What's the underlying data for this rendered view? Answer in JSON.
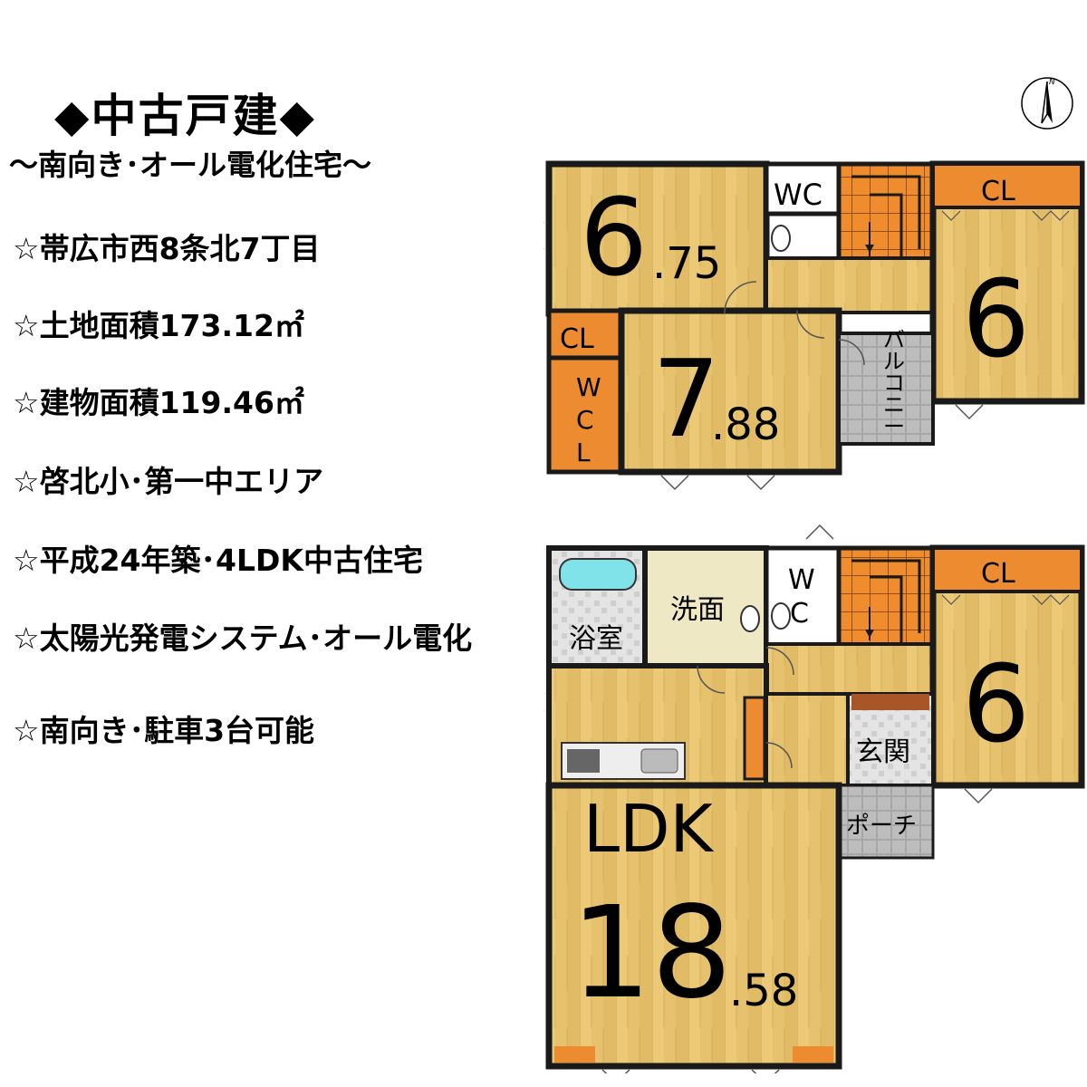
{
  "header": {
    "title": "◆中古戸建◆",
    "subtitle": "～南向き･オール電化住宅～"
  },
  "features": [
    "☆帯広市西8条北7丁目",
    "☆土地面積173.12㎡",
    "☆建物面積119.46㎡",
    "☆啓北小･第一中エリア",
    "☆平成24年築･4LDK中古住宅",
    "☆太陽光発電システム･オール電化",
    "☆南向き･駐車3台可能"
  ],
  "compass": {
    "letter": "N"
  },
  "floor2": {
    "room_a_main": "6",
    "room_a_dec": ".75",
    "room_b_main": "7",
    "room_b_dec": ".88",
    "room_c_main": "6",
    "wc": "WC",
    "cl_left": "CL",
    "cl_right": "CL",
    "wcl": [
      "W",
      "C",
      "L"
    ],
    "balcony": [
      "バ",
      "ル",
      "コ",
      "ニ",
      "ー"
    ]
  },
  "floor1": {
    "bath": "浴室",
    "wash": "洗面",
    "wc": [
      "W",
      "C"
    ],
    "cl": "CL",
    "room_main": "6",
    "genkan": "玄関",
    "porch": "ポーチ",
    "ldk_label": "LDK",
    "ldk_main": "18",
    "ldk_dec": ".58"
  },
  "colors": {
    "wood": "#e7c26e",
    "closet": "#ec8b2f",
    "wall": "#1a1a1a",
    "tile_dark": "#a7a7a7",
    "tile_light": "#dcdcdc",
    "wash_floor": "#efe8c4",
    "bath_water": "#7fe3e9"
  }
}
